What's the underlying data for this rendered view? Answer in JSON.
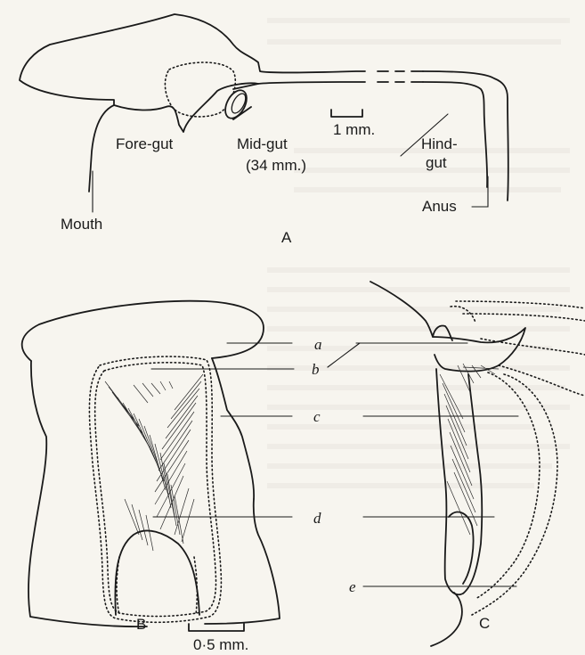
{
  "panel_A": {
    "panel_label": "A",
    "labels": {
      "fore_gut": "Fore-gut",
      "mid_gut": "Mid-gut",
      "mid_gut_length": "(34 mm.)",
      "hind_gut_line1": "Hind-",
      "hind_gut_line2": "gut",
      "mouth": "Mouth",
      "anus": "Anus"
    },
    "scale_bar": "1 mm."
  },
  "panel_B": {
    "panel_label": "B",
    "scale_bar": "0·5 mm."
  },
  "panel_C": {
    "panel_label": "C"
  },
  "part_letters": [
    "a",
    "b",
    "c",
    "d",
    "e"
  ]
}
